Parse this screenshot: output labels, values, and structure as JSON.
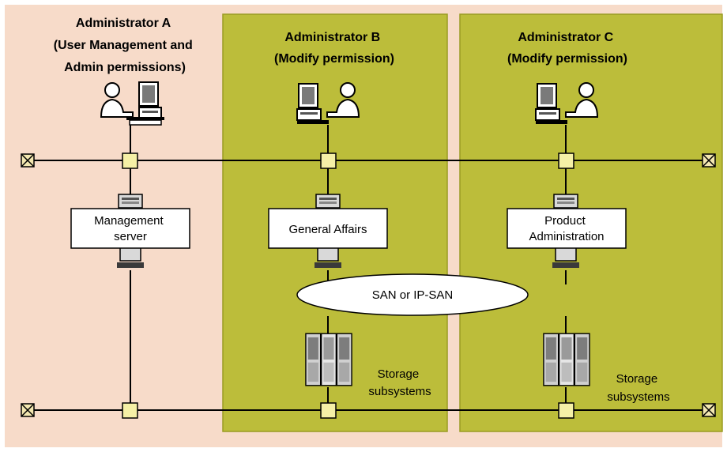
{
  "colors": {
    "background": "#f7dbc9",
    "zone_fill": "#bcbd3a",
    "zone_border": "#9a9b22",
    "node_fill": "#f5f0a6",
    "terminator_fill": "#f3e7b0"
  },
  "administrators": {
    "a": {
      "lines": [
        "Administrator A",
        "(User Management and",
        "Admin permissions)"
      ]
    },
    "b": {
      "lines": [
        "Administrator B",
        "(Modify permission)"
      ]
    },
    "c": {
      "lines": [
        "Administrator C",
        "(Modify permission)"
      ]
    }
  },
  "servers": {
    "management": {
      "lines": [
        "Management",
        "server"
      ],
      "icon": "server-icon"
    },
    "general": {
      "lines": [
        "General Affairs"
      ],
      "icon": "server-icon"
    },
    "product": {
      "lines": [
        "Product",
        "Administration"
      ],
      "icon": "server-icon"
    }
  },
  "network": {
    "san_label": "SAN or IP-SAN"
  },
  "storage": {
    "b": {
      "lines": [
        "Storage",
        "subsystems"
      ],
      "icon": "storage-array-icon"
    },
    "c": {
      "lines": [
        "Storage",
        "subsystems"
      ],
      "icon": "storage-array-icon"
    }
  },
  "icons": {
    "workstation": "user-workstation-icon",
    "lan_node": "lan-node-icon",
    "terminator": "line-terminator-icon"
  }
}
